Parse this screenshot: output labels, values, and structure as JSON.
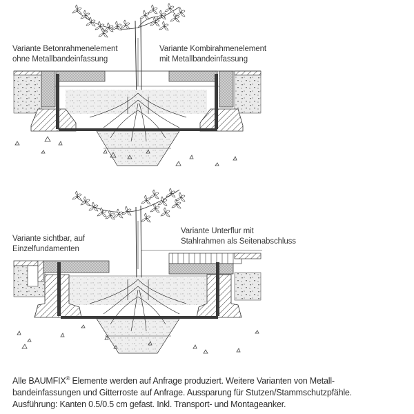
{
  "diagram": {
    "type": "technical cross-section drawing",
    "subject": "BAUMFIX tree grate / tree pit frame element installations",
    "panels": [
      {
        "id": "top",
        "left_label": [
          "Variante Betonrahmenelement",
          "ohne Metallbandeinfassung"
        ],
        "right_label": [
          "Variante Kombirahmenelement",
          "mit Metallbandeinfassung"
        ]
      },
      {
        "id": "bottom",
        "left_label": [
          "Variante sichtbar, auf",
          "Einzelfundamenten"
        ],
        "right_label": [
          "Variante Unterflur mit",
          "Stahlrahmen als Seitenabschluss"
        ]
      }
    ],
    "colors": {
      "line": "#2b2b2b",
      "hatch": "#3a3a3a",
      "fill_light": "#e8e8e8",
      "fill_mid": "#cfcfcf",
      "text": "#3a3a3a"
    }
  },
  "caption": {
    "line1_pre": "Alle BAUMFIX",
    "line1_reg": "®",
    "line1_post": " Elemente werden auf Anfrage produziert. Weitere Varianten von Metall-",
    "line2": "bandeinfassungen und Gitterroste auf Anfrage. Aussparung für Stutzen/Stammschutzpfähle.",
    "line3": "Ausführung: Kanten 0.5/0.5 cm gefast. Inkl. Transport- und Montageanker."
  }
}
